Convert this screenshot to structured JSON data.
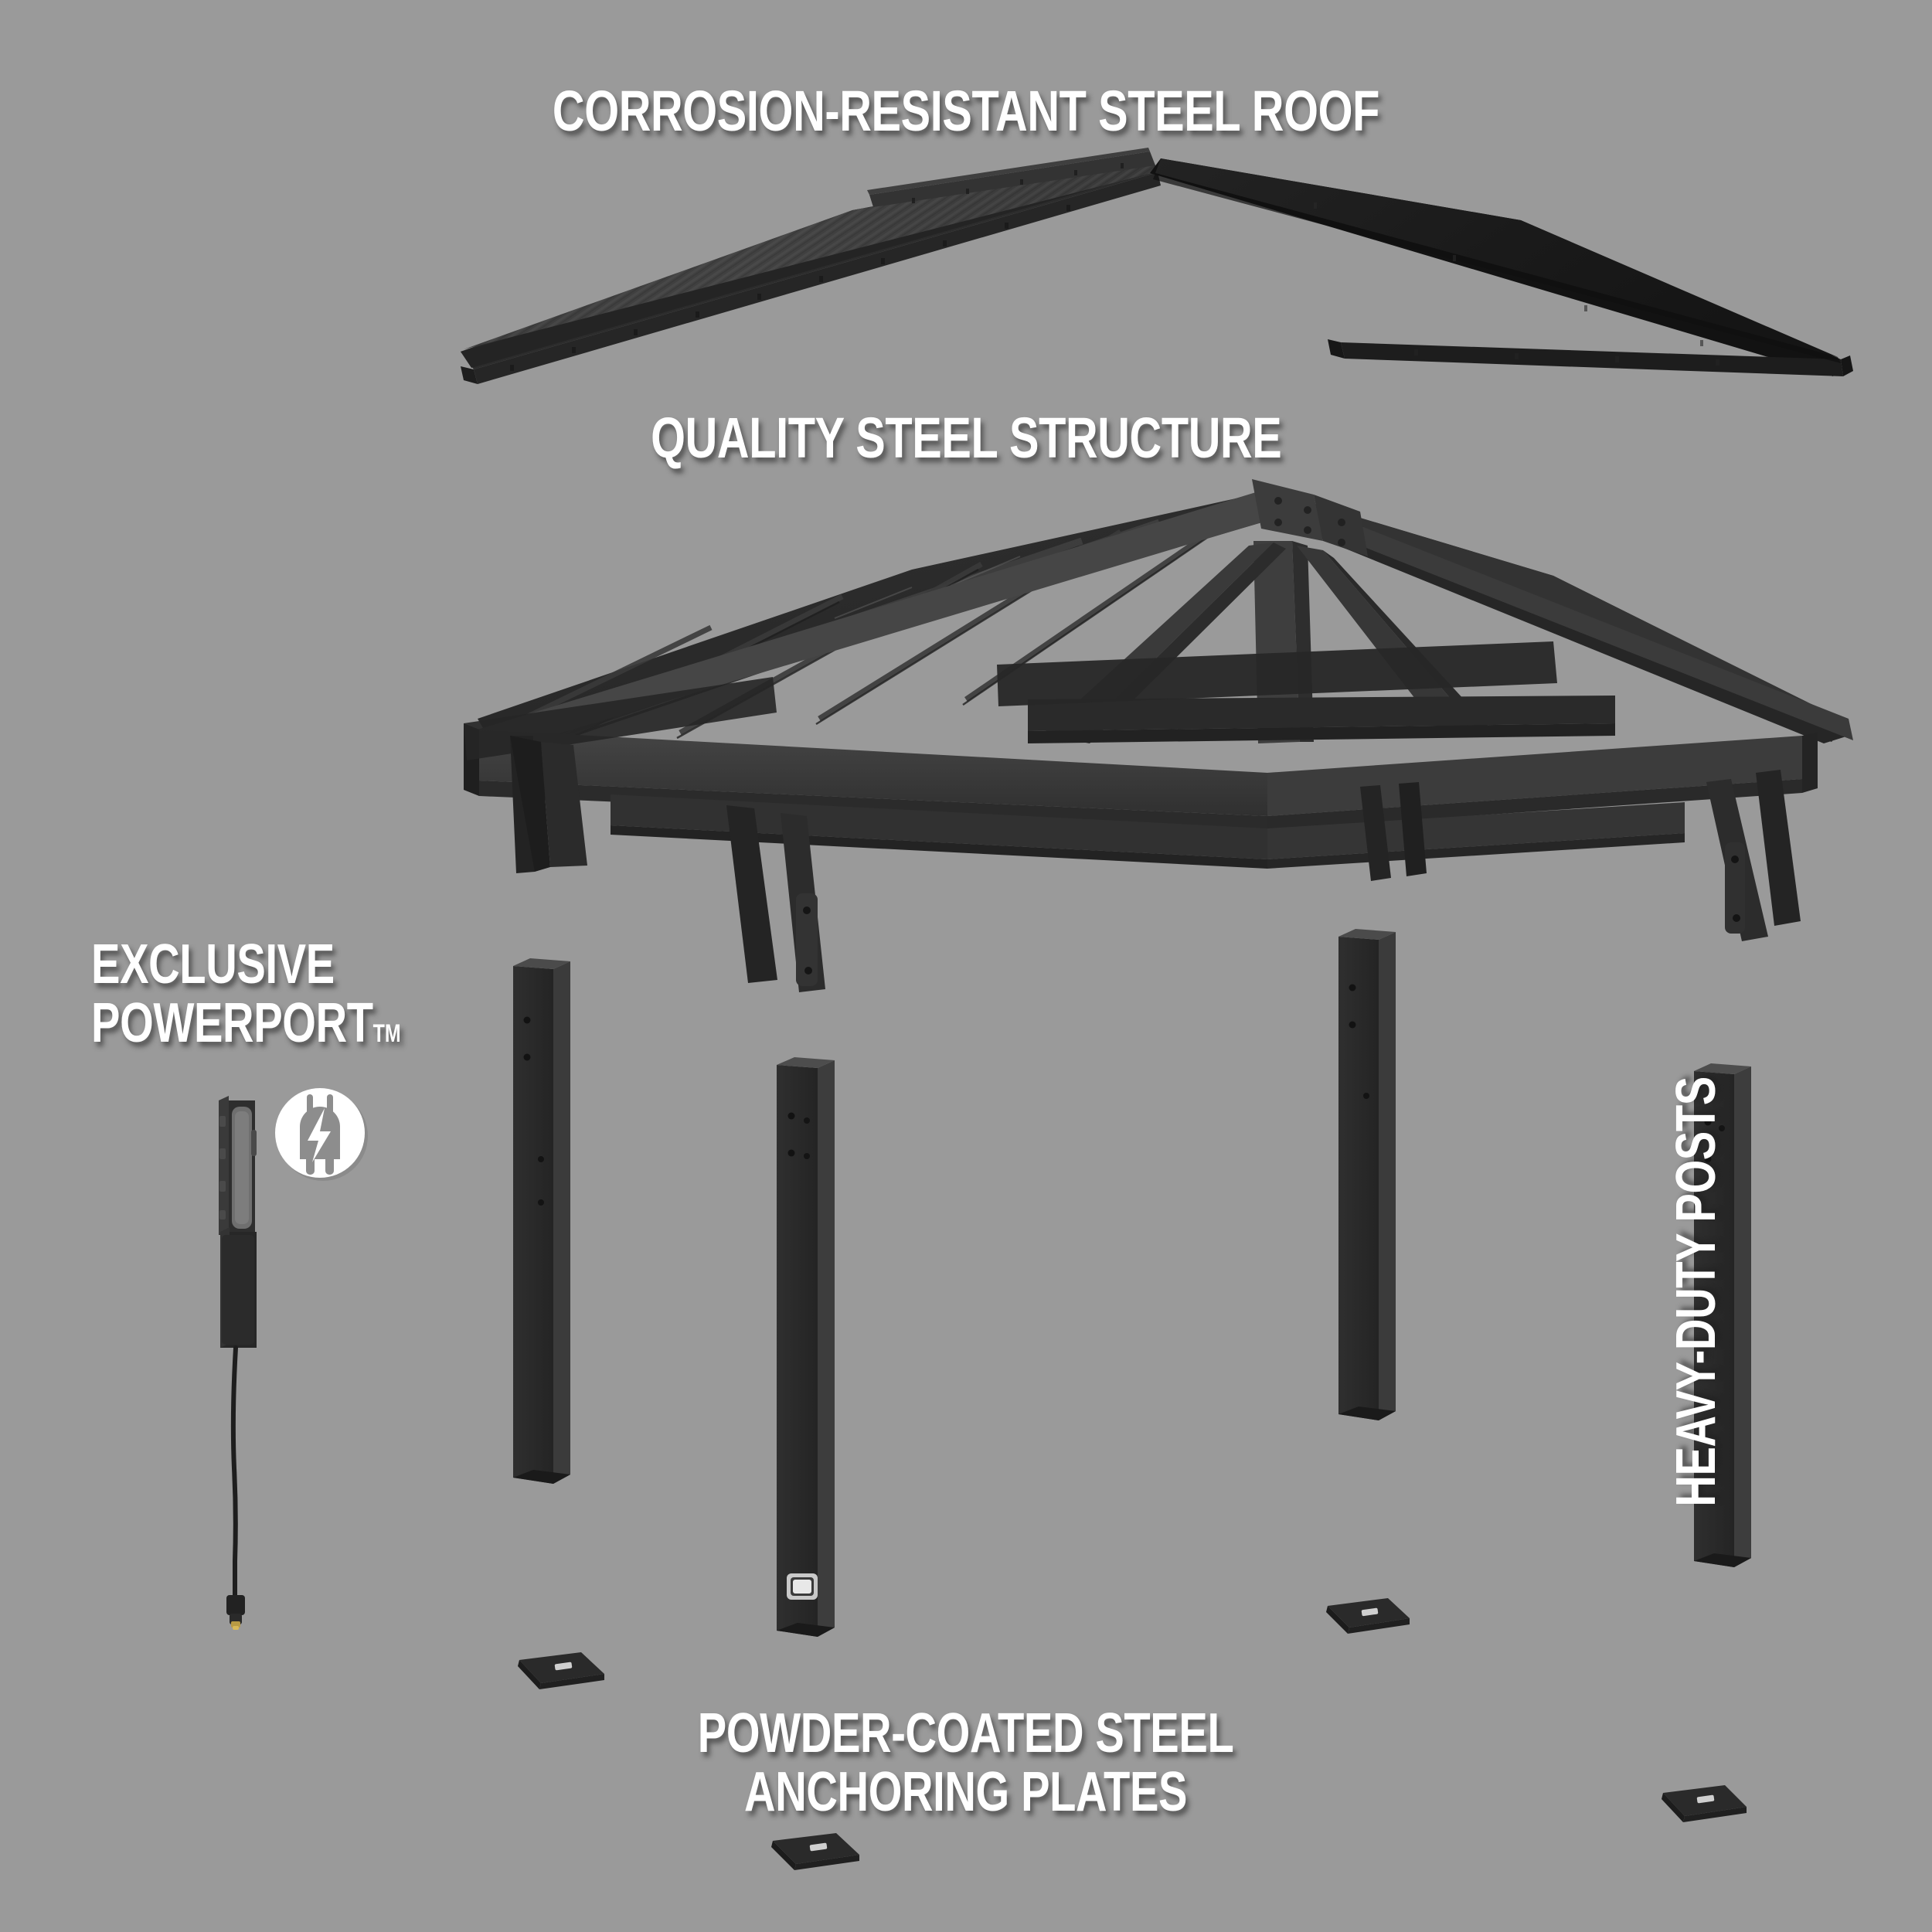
{
  "scene": {
    "background_color": "#9a9a9a",
    "product": "exploded-view steel gazebo",
    "view": "exploded parts diagram"
  },
  "labels": {
    "roof": "CORROSION-RESISTANT STEEL ROOF",
    "structure": "QUALITY STEEL STRUCTURE",
    "powerport_line1": "EXCLUSIVE",
    "powerport_line2": "POWERPORT",
    "powerport_tm": "TM",
    "plates_line1": "POWDER-COATED STEEL",
    "plates_line2": "ANCHORING PLATES",
    "posts": "HEAVY-DUTY POSTS"
  },
  "colors": {
    "background": "#9a9a9a",
    "text": "#ffffff",
    "roof_left_panel": "#3d3d3d",
    "roof_right_panel": "#1b1b1b",
    "roof_ridge": "#2c2c2c",
    "roof_fascia": "#2a2a2a",
    "frame_dark": "#2e2e2e",
    "frame_mid": "#3a3a3a",
    "frame_light": "#454545",
    "frame_shadow": "#212121",
    "post_face": "#2b2b2b",
    "post_side": "#3a3a3a",
    "post_top": "#4a4a4a",
    "plate": "#2b2b2b",
    "powerport_body": "#2a2a2a",
    "powerport_outlet": "#6e6e6e",
    "badge_circle": "#ffffff",
    "badge_glyph": "#8a8a8a"
  },
  "parts": {
    "roof_panels": [
      {
        "name": "left-roof-panel",
        "finish": "corrugated ribbed steel",
        "tone": "#3d3d3d"
      },
      {
        "name": "right-roof-panel",
        "finish": "smooth steel",
        "tone": "#1b1b1b"
      }
    ],
    "frame": {
      "name": "steel-truss-frame",
      "elements": [
        "rafters",
        "purlins",
        "king-post",
        "diagonal-braces",
        "perimeter-beams",
        "corner-brackets"
      ]
    },
    "posts": [
      {
        "name": "post-1",
        "has_outlet": false
      },
      {
        "name": "post-2",
        "has_outlet": true
      },
      {
        "name": "post-3",
        "has_outlet": false
      },
      {
        "name": "post-4",
        "has_outlet": false
      }
    ],
    "anchor_plates": [
      {
        "name": "anchor-plate-1"
      },
      {
        "name": "anchor-plate-2"
      },
      {
        "name": "anchor-plate-3"
      },
      {
        "name": "anchor-plate-4"
      }
    ],
    "powerport": {
      "name": "powerport-module",
      "components": [
        "outlet-housing",
        "body",
        "cable",
        "plug-connector"
      ]
    },
    "badge": {
      "name": "power-plug-badge",
      "icon": "plug-bolt-icon"
    }
  }
}
